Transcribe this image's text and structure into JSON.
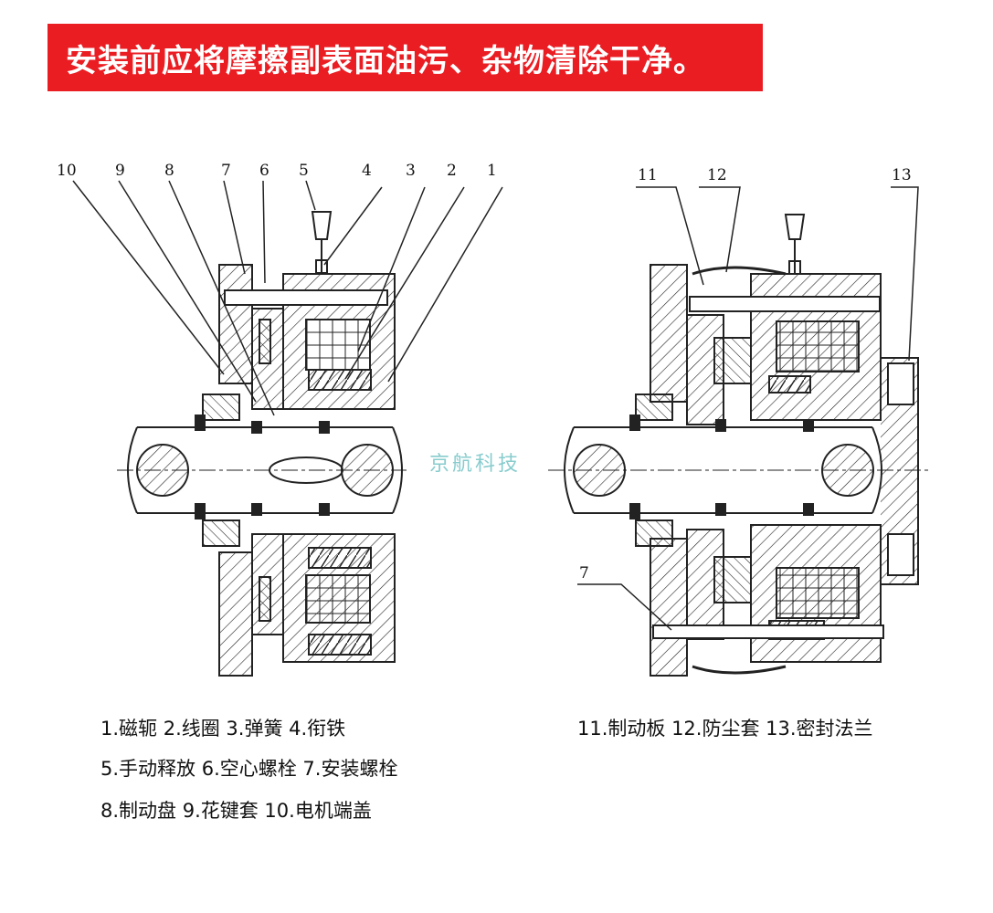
{
  "banner": {
    "text": "安装前应将摩擦副表面油污、杂物清除干净。",
    "color": "#ea1d23"
  },
  "watermark": "京航科技",
  "callouts": {
    "left": [
      "10",
      "9",
      "8",
      "7",
      "6",
      "5",
      "4",
      "3",
      "2",
      "1"
    ],
    "right": [
      "11",
      "12",
      "13"
    ],
    "bottom_right": "7"
  },
  "legend": {
    "line1": "1.磁轭  2.线圈  3.弹簧  4.衔铁",
    "line2": "5.手动释放  6.空心螺栓  7.安装螺栓",
    "line3": "8.制动盘  9.花键套  10.电机端盖",
    "line4": "11.制动板  12.防尘套  13.密封法兰"
  }
}
